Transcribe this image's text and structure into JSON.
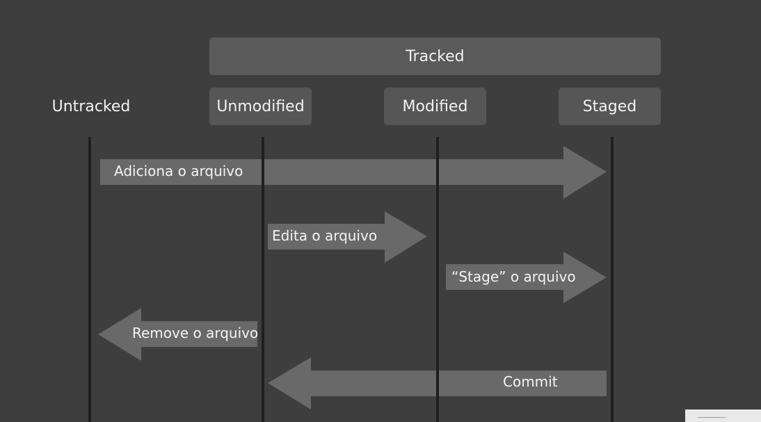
{
  "diagram": {
    "tracked_label": "Tracked",
    "states": {
      "untracked": "Untracked",
      "unmodified": "Unmodified",
      "modified": "Modified",
      "staged": "Staged"
    },
    "transitions": [
      {
        "label": "Adiciona o arquivo",
        "from": "Untracked",
        "to": "Staged"
      },
      {
        "label": "Edita o arquivo",
        "from": "Unmodified",
        "to": "Modified"
      },
      {
        "label": "“Stage” o arquivo",
        "from": "Modified",
        "to": "Staged"
      },
      {
        "label": "Remove o arquivo",
        "from": "Unmodified",
        "to": "Untracked"
      },
      {
        "label": "Commit",
        "from": "Staged",
        "to": "Unmodified"
      }
    ],
    "colors": {
      "background": "#3e3e3e",
      "box": "#565656",
      "arrow": "#6e6e6e",
      "lifeline": "#1f1f1f"
    }
  }
}
